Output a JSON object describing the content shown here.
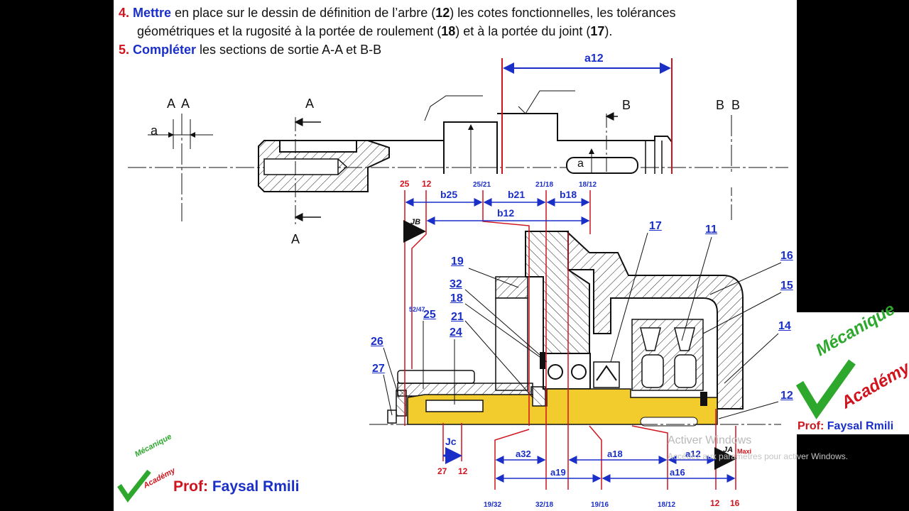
{
  "questions": [
    {
      "number": "4.",
      "verb": "Mettre",
      "text_a": " en place sur le dessin de définition de l’arbre (",
      "ref_a": "12",
      "text_b": ") les cotes fonctionnelles, les tolérances",
      "text_c": "géométriques et la rugosité à la portée de roulement (",
      "ref_b": "18",
      "text_d": ") et à la portée du joint (",
      "ref_c": "17",
      "text_e": ")."
    },
    {
      "number": "5.",
      "verb": "Compléter",
      "text": " les sections de sortie A-A et B-B"
    }
  ],
  "shaft_drawing": {
    "section_left_label": "A  A",
    "section_left_dim": "a",
    "cut_a_top": "A",
    "cut_a_bottom": "A",
    "cut_b": "B",
    "section_right_label": "B  B",
    "keyway_label": "a",
    "dim_a12": "a12"
  },
  "chain_top": {
    "refs": [
      "25",
      "12",
      "25/21",
      "21/18",
      "18/12"
    ],
    "dims": [
      "b25",
      "b21",
      "b18",
      "b12"
    ]
  },
  "assembly": {
    "jb_label": "JB",
    "small_label": "52/47",
    "parts_left": [
      "19",
      "32",
      "18",
      "21",
      "24",
      "25",
      "26",
      "27"
    ],
    "parts_right": [
      "17",
      "11",
      "16",
      "15",
      "14",
      "12"
    ],
    "jc_label": "Jc",
    "jc_refs": [
      "27",
      "12"
    ],
    "ja_label": "JA",
    "ja_note": "Maxi"
  },
  "chain_bottom": {
    "dims": [
      "a32",
      "a18",
      "a12",
      "a19",
      "a16"
    ],
    "refs": [
      "19/32",
      "32/18",
      "19/16",
      "18/12",
      "12",
      "16"
    ]
  },
  "branding": {
    "logo_word1": "Mécanique",
    "logo_word2": "Académy",
    "prof_label": "Prof:",
    "prof_name": "Faysal Rmili"
  },
  "watermark": {
    "line1": "Activer Windows",
    "line2": "Accédez aux paramètres pour activer Windows."
  },
  "colors": {
    "accent_red": "#d0141e",
    "accent_blue": "#1a2fc8",
    "shaft_yellow": "#f2cc2c",
    "logo_green": "#2da82d"
  }
}
